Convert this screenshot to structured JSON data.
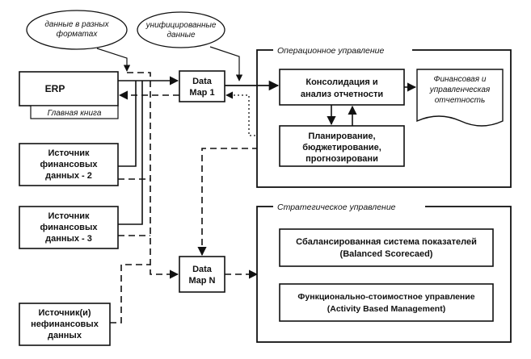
{
  "callouts": {
    "formats_line1": "данные в разных",
    "formats_line2": "форматах",
    "unified_line1": "унифицированные",
    "unified_line2": "данные"
  },
  "sources": {
    "erp": "ERP",
    "ledger": "Главная книга",
    "fin2": [
      "Источник",
      "финансовых",
      "данных - 2"
    ],
    "fin3": [
      "Источник",
      "финансовых",
      "данных - 3"
    ],
    "nonfin": [
      "Источник(и)",
      "нефинансовых",
      "данных"
    ]
  },
  "datamaps": {
    "dm1": [
      "Data",
      "Map 1"
    ],
    "dmN": [
      "Data",
      "Map N"
    ]
  },
  "operational": {
    "title": "Операционное управление",
    "consolidation": [
      "Консолидация и",
      "анализ отчетности"
    ],
    "planning": [
      "Планирование,",
      "бюджетирование,",
      "прогнозировани"
    ],
    "reporting": [
      "Финансовая и",
      "управленческая",
      "отчетность"
    ]
  },
  "strategic": {
    "title": "Стратегическое управление",
    "bsc": [
      "Сбалансированная система показателей",
      "(Balanced Scorecaed)"
    ],
    "abm": [
      "Функционально-стоимостное управление",
      "(Activity Based Management)"
    ]
  }
}
